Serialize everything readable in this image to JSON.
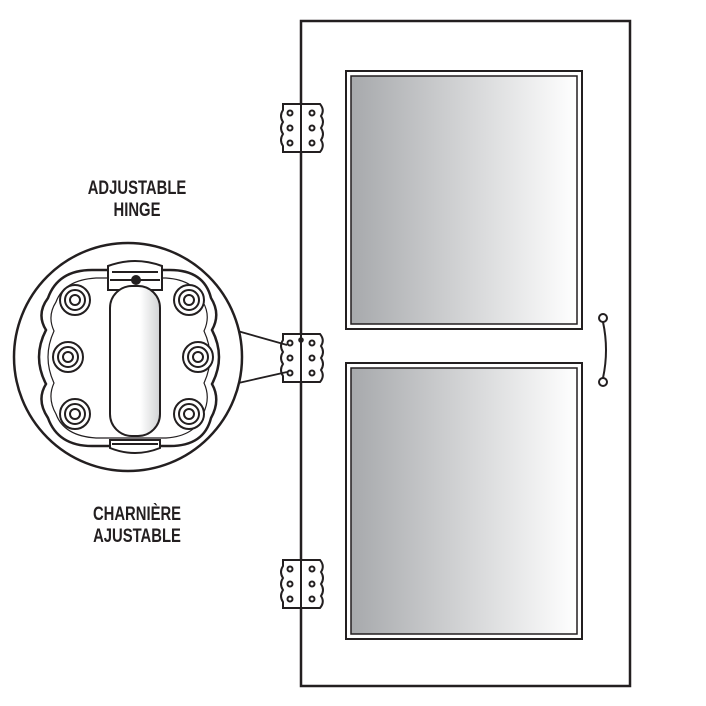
{
  "labels": {
    "english": [
      "ADJUSTABLE",
      "HINGE"
    ],
    "french": [
      "CHARNIÈRE",
      "AJUSTABLE"
    ]
  },
  "colors": {
    "line": "#231f20",
    "glass_dark": "#a7a9ac",
    "glass_light": "#ffffff",
    "background": "#ffffff"
  }
}
